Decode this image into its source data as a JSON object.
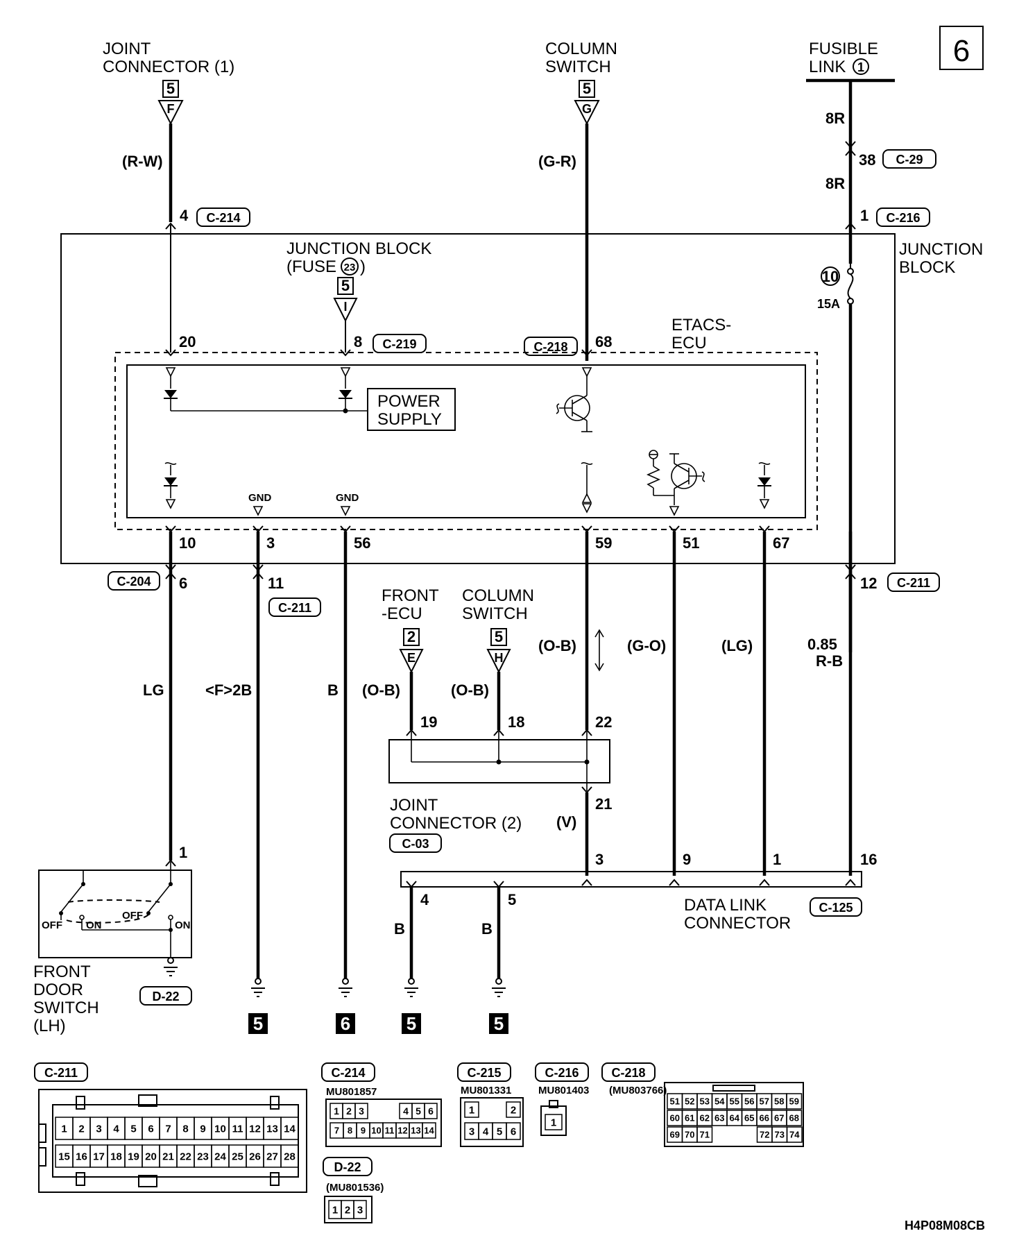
{
  "page_number": "6",
  "top": {
    "joint_connector_1": {
      "line1": "JOINT",
      "line2": "CONNECTOR (1)",
      "ref": "5",
      "letter": "F",
      "wire": "(R-W)"
    },
    "column_switch": {
      "line1": "COLUMN",
      "line2": "SWITCH",
      "ref": "5",
      "letter": "G",
      "wire": "(G-R)"
    },
    "fusible_link": {
      "line1": "FUSIBLE",
      "line2": "LINK",
      "num": "1",
      "wire_upper": "8R",
      "pin": "38",
      "conn": "C-29",
      "wire_lower": "8R"
    }
  },
  "junction_block": {
    "line1": "JUNCTION",
    "line2": "BLOCK",
    "fuse_line1": "JUNCTION BLOCK",
    "fuse_line2_a": "(FUSE",
    "fuse_num": "23",
    "fuse_line2_b": ")",
    "fuse_ref": "5",
    "fuse_letter": "I",
    "fuse10_num": "10",
    "fuse10_amp": "15A",
    "top_pins": [
      {
        "pin": "4",
        "conn": "C-214"
      },
      {
        "pin": "1",
        "conn": "C-216"
      }
    ],
    "bottom_pins": [
      "10",
      "3",
      "56",
      "59",
      "51",
      "67"
    ]
  },
  "etacs": {
    "line1": "ETACS-",
    "line2": "ECU",
    "pin20": "20",
    "pin8": "8",
    "conn8": "C-219",
    "conn68": "C-218",
    "pin68": "68",
    "power_supply_1": "POWER",
    "power_supply_2": "SUPPLY",
    "gnd1": "GND",
    "gnd2": "GND"
  },
  "lower": {
    "c204": "C-204",
    "pin6": "6",
    "pin11": "11",
    "c211": "C-211",
    "pin12": "12",
    "wire_lg": "LG",
    "wire_f2b": "<F>2B",
    "wire_b": "B",
    "wire_ob1": "(O-B)",
    "wire_ob2": "(O-B)",
    "wire_ob3": "(O-B)",
    "wire_go": "(G-O)",
    "wire_lg2": "(LG)",
    "wire_085a": "0.85",
    "wire_085b": "R-B",
    "front_ecu_1": "FRONT",
    "front_ecu_2": "-ECU",
    "front_ecu_ref": "2",
    "front_ecu_letter": "E",
    "col_sw_1": "COLUMN",
    "col_sw_2": "SWITCH",
    "col_sw_ref": "5",
    "col_sw_letter": "H",
    "jc2_pin19": "19",
    "jc2_pin18": "18",
    "jc2_pin22": "22",
    "jc2_pin21": "21",
    "jc2_line1": "JOINT",
    "jc2_line2": "CONNECTOR (2)",
    "jc2_conn": "C-03",
    "wire_v": "(V)",
    "dlc_pins": [
      "3",
      "9",
      "1",
      "16"
    ],
    "dlc_pin4": "4",
    "dlc_pin5": "5",
    "dlc_line1": "DATA LINK",
    "dlc_line2": "CONNECTOR",
    "dlc_conn": "C-125",
    "dlc_wire_b1": "B",
    "dlc_wire_b2": "B",
    "door_pin1": "1",
    "door_off1": "OFF",
    "door_on1": "ON",
    "door_off2": "OFF",
    "door_on2": "ON",
    "door_line1": "FRONT",
    "door_line2": "DOOR",
    "door_line3": "SWITCH",
    "door_line4": "(LH)",
    "door_conn": "D-22",
    "ground_refs": [
      "5",
      "6",
      "5",
      "5"
    ]
  },
  "connectors": {
    "c211": {
      "name": "C-211",
      "row1": [
        "1",
        "2",
        "3",
        "4",
        "5",
        "6",
        "7",
        "8",
        "9",
        "10",
        "11",
        "12",
        "13",
        "14"
      ],
      "row2": [
        "15",
        "16",
        "17",
        "18",
        "19",
        "20",
        "21",
        "22",
        "23",
        "24",
        "25",
        "26",
        "27",
        "28"
      ]
    },
    "c214": {
      "name": "C-214",
      "part": "MU801857",
      "row1": [
        "1",
        "2",
        "3",
        "4",
        "5",
        "6"
      ],
      "row2": [
        "7",
        "8",
        "9",
        "10",
        "11",
        "12",
        "13",
        "14"
      ]
    },
    "c215": {
      "name": "C-215",
      "part": "MU801331",
      "row1": [
        "1",
        "2"
      ],
      "row2": [
        "3",
        "4",
        "5",
        "6"
      ]
    },
    "c216": {
      "name": "C-216",
      "part": "MU801403",
      "row1": [
        "1"
      ]
    },
    "c218": {
      "name": "C-218",
      "part": "(MU803766)",
      "row1": [
        "51",
        "52",
        "53",
        "54",
        "55",
        "56",
        "57",
        "58",
        "59"
      ],
      "row2": [
        "60",
        "61",
        "62",
        "63",
        "64",
        "65",
        "66",
        "67",
        "68"
      ],
      "row3": [
        "69",
        "70",
        "71",
        "72",
        "73",
        "74"
      ]
    },
    "d22": {
      "name": "D-22",
      "part": "(MU801536)",
      "row1": [
        "1",
        "2",
        "3"
      ]
    }
  },
  "footer_code": "H4P08M08CB"
}
